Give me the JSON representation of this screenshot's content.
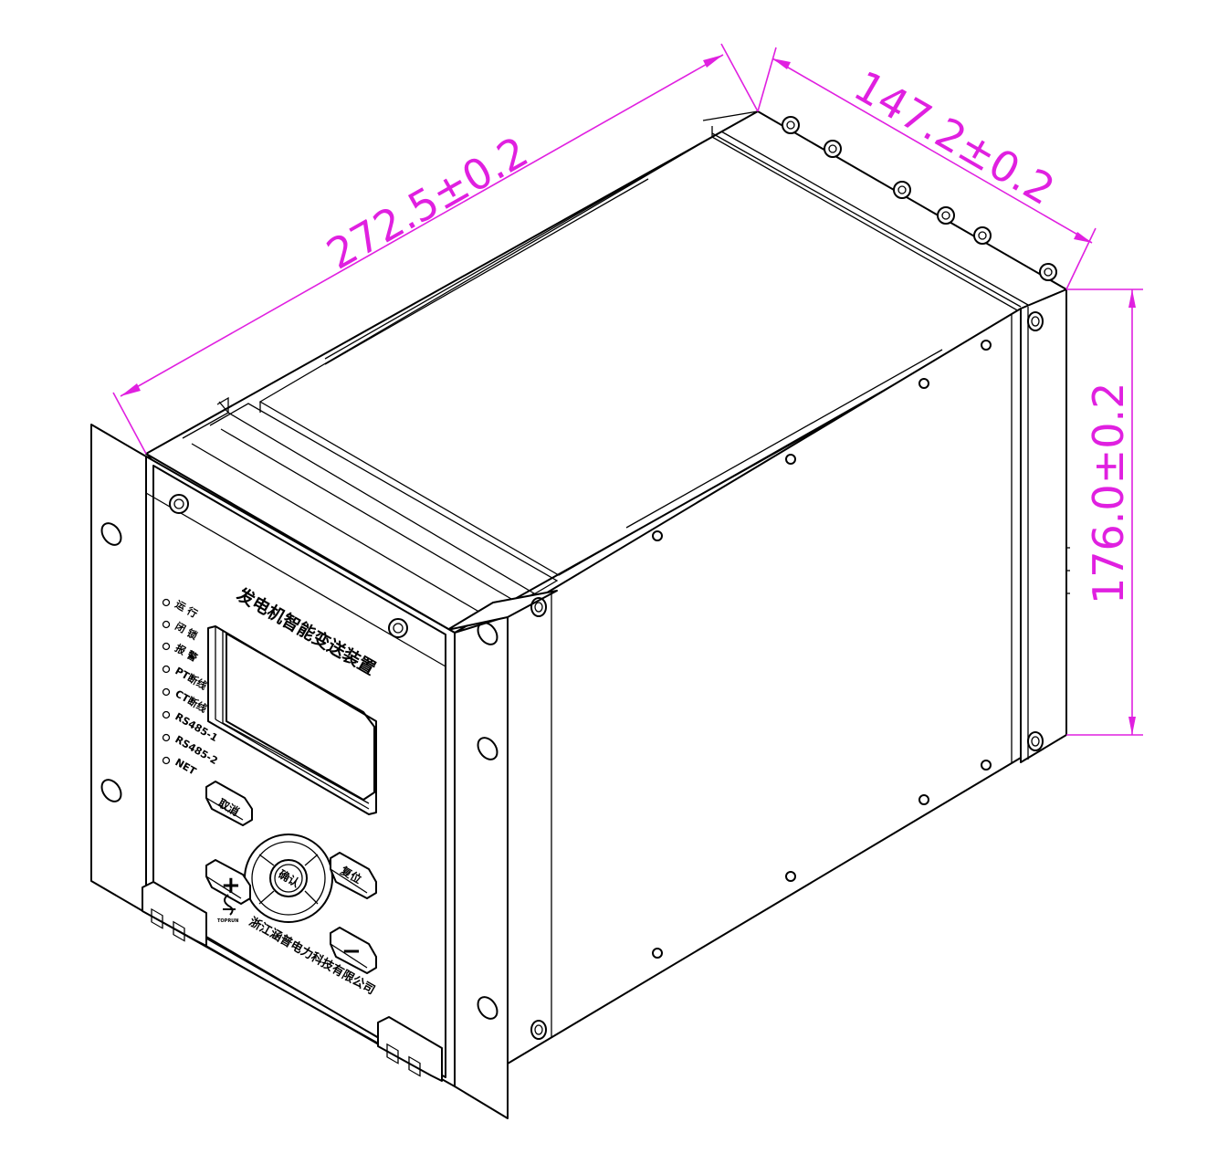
{
  "dimensions": {
    "length": "272.5±0.2",
    "depth": "147.2±0.2",
    "height": "176.0±0.2"
  },
  "panel": {
    "title": "发电机智能变送装置",
    "company": "浙江涵普电力科技有限公司",
    "logo_text": "TOPRUN"
  },
  "leds": [
    {
      "label": "运 行"
    },
    {
      "label": "闭 锁"
    },
    {
      "label": "报 警"
    },
    {
      "label": "PT断线"
    },
    {
      "label": "CT断线"
    },
    {
      "label": "RS485-1"
    },
    {
      "label": "RS485-2"
    },
    {
      "label": "NET"
    }
  ],
  "buttons": {
    "cancel": "取消",
    "confirm": "确认",
    "reset": "复位",
    "plus": "+",
    "minus": "−"
  },
  "colors": {
    "dimension": "#e020e0",
    "line": "#000000"
  }
}
